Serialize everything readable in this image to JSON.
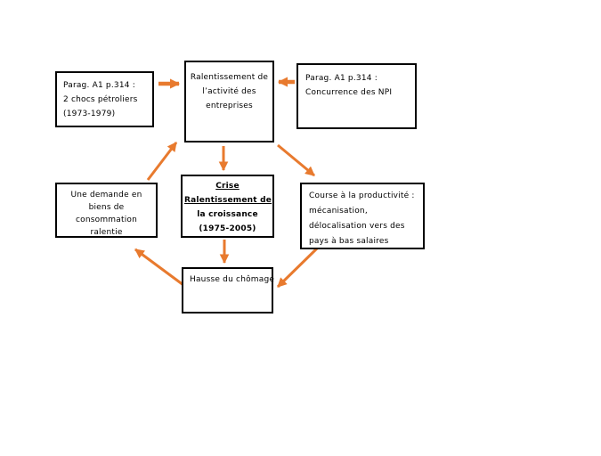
{
  "colors": {
    "arrow": "#e87a2e",
    "box_border": "#000000",
    "background": "#ffffff"
  },
  "boxes": [
    {
      "id": "oil-shocks",
      "lines": [
        "Parag. A1 p.314 :",
        "2 chocs pétroliers",
        "(1973-1979)"
      ]
    },
    {
      "id": "activity-slowdown",
      "lines": [
        "Ralentissement de",
        "l’activité des",
        "entreprises"
      ]
    },
    {
      "id": "npi-competition",
      "lines": [
        "Parag. A1 p.314 :",
        "Concurrence des NPI"
      ]
    },
    {
      "id": "demand-slowdown",
      "lines": [
        "Une demande en",
        "biens de",
        "consommation",
        "ralentie"
      ]
    },
    {
      "id": "crisis",
      "lines": [
        "Crise",
        "Ralentissement de",
        "la croissance",
        "(1975-2005)"
      ]
    },
    {
      "id": "productivity-race",
      "lines": [
        "Course à la productivité :",
        "mécanisation,",
        "délocalisation vers des",
        "pays à bas salaires"
      ]
    },
    {
      "id": "unemployment",
      "lines": [
        "Hausse du chômage"
      ]
    }
  ],
  "arrows": [
    {
      "from": "oil-shocks",
      "to": "activity-slowdown"
    },
    {
      "from": "npi-competition",
      "to": "activity-slowdown"
    },
    {
      "from": "activity-slowdown",
      "to": "crisis"
    },
    {
      "from": "demand-slowdown",
      "to": "activity-slowdown"
    },
    {
      "from": "activity-slowdown",
      "to": "productivity-race"
    },
    {
      "from": "productivity-race",
      "to": "unemployment"
    },
    {
      "from": "unemployment",
      "to": "demand-slowdown"
    },
    {
      "from": "crisis",
      "to": "unemployment"
    }
  ]
}
